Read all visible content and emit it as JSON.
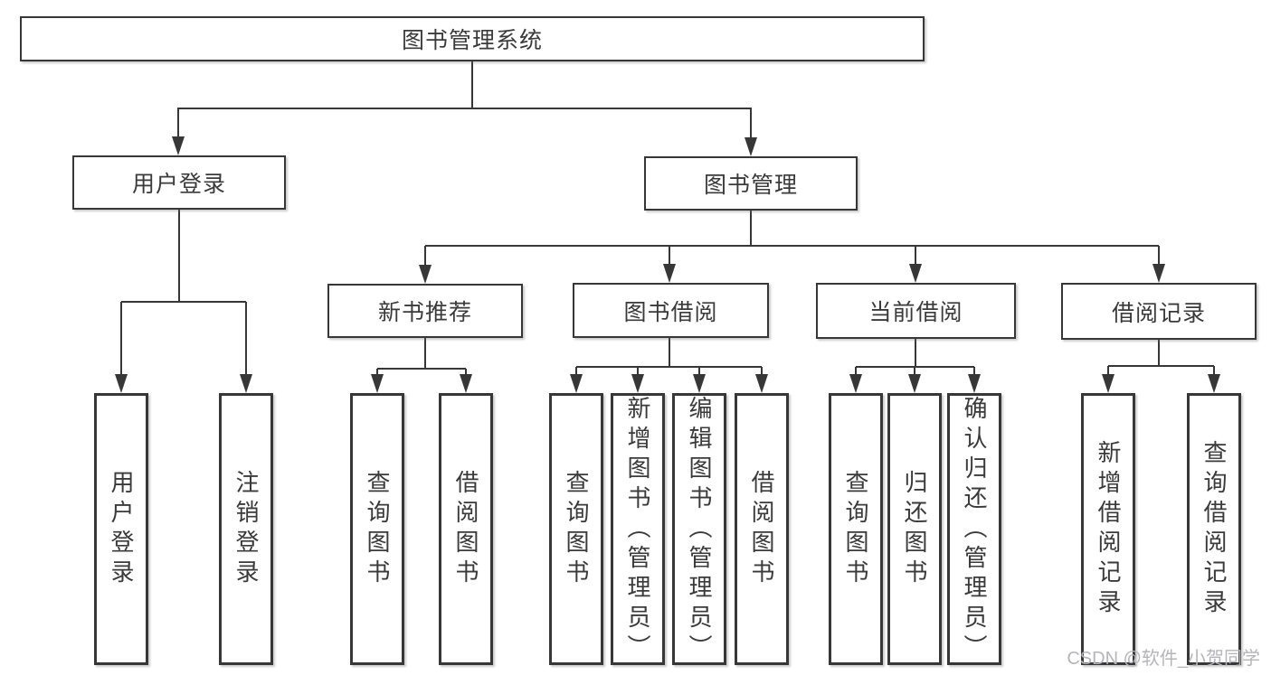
{
  "title": {
    "label": "图书管理系统"
  },
  "level2": [
    {
      "label": "用户登录"
    },
    {
      "label": "图书管理"
    }
  ],
  "level3": [
    {
      "label": "新书推荐",
      "parent": "图书管理"
    },
    {
      "label": "图书借阅",
      "parent": "图书管理"
    },
    {
      "label": "当前借阅",
      "parent": "图书管理"
    },
    {
      "label": "借阅记录",
      "parent": "图书管理"
    }
  ],
  "leaves": [
    {
      "label": "用户登录",
      "parent": "用户登录"
    },
    {
      "label": "注销登录",
      "parent": "用户登录"
    },
    {
      "label": "查询图书",
      "parent": "新书推荐"
    },
    {
      "label": "借阅图书",
      "parent": "新书推荐"
    },
    {
      "label": "查询图书",
      "parent": "图书借阅"
    },
    {
      "label": "新增图书（管理员）",
      "parent": "图书借阅"
    },
    {
      "label": "编辑图书（管理员）",
      "parent": "图书借阅"
    },
    {
      "label": "借阅图书",
      "parent": "图书借阅"
    },
    {
      "label": "查询图书",
      "parent": "当前借阅"
    },
    {
      "label": "归还图书",
      "parent": "当前借阅"
    },
    {
      "label": "确认归还（管理员）",
      "parent": "当前借阅"
    },
    {
      "label": "新增借阅记录",
      "parent": "借阅记录"
    },
    {
      "label": "查询借阅记录",
      "parent": "借阅记录"
    }
  ],
  "watermark": {
    "text": "CSDN @软件_小贺同学"
  },
  "colors": {
    "line": "#373737",
    "text": "#3a3a3a",
    "background": "#ffffff",
    "watermark": "#b5b5b9"
  }
}
